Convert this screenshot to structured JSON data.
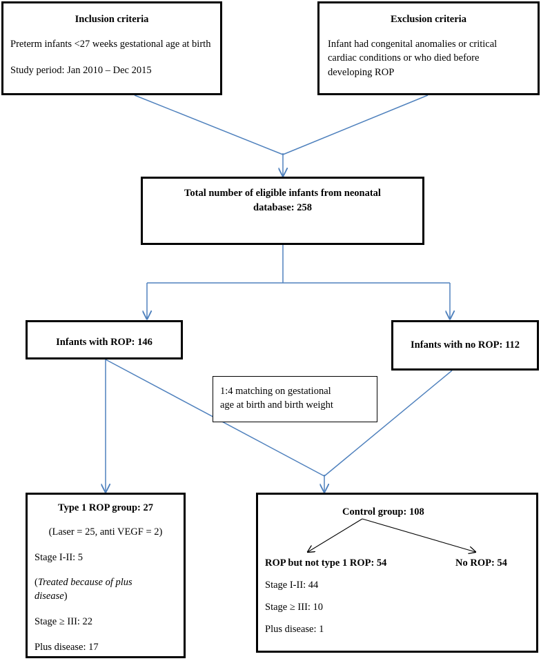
{
  "inclusion": {
    "title": "Inclusion criteria",
    "line1": "Preterm infants <27 weeks gestational age at birth",
    "line2": "Study period: Jan 2010 – Dec 2015"
  },
  "exclusion": {
    "title": "Exclusion criteria",
    "line1": "Infant had congenital anomalies or critical",
    "line2": "cardiac conditions or who died before",
    "line3": "developing ROP"
  },
  "total": {
    "line1": "Total number of eligible infants from neonatal",
    "line2": "database: 258"
  },
  "rop": {
    "label": "Infants with ROP: 146"
  },
  "norop": {
    "label": "Infants with no ROP: 112"
  },
  "matching": {
    "line1": "1:4 matching on gestational",
    "line2": "age at birth and birth weight"
  },
  "type1": {
    "title": "Type 1 ROP group: 27",
    "treatment": "(Laser = 25, anti VEGF = 2)",
    "stage12": "Stage I-II: 5",
    "note_open": "(",
    "note_line1": "Treated because of plus",
    "note_line2": "disease",
    "note_close": ")",
    "stage3": "Stage ≥ III: 22",
    "plus": "Plus disease: 17"
  },
  "control": {
    "title": "Control group: 108",
    "sub_left": "ROP but not type 1 ROP: 54",
    "sub_right": "No ROP: 54",
    "stage12": "Stage I-II: 44",
    "stage3": "Stage ≥ III: 10",
    "plus": "Plus disease: 1"
  },
  "colors": {
    "connector": "#4f81bd",
    "border": "#000000"
  }
}
